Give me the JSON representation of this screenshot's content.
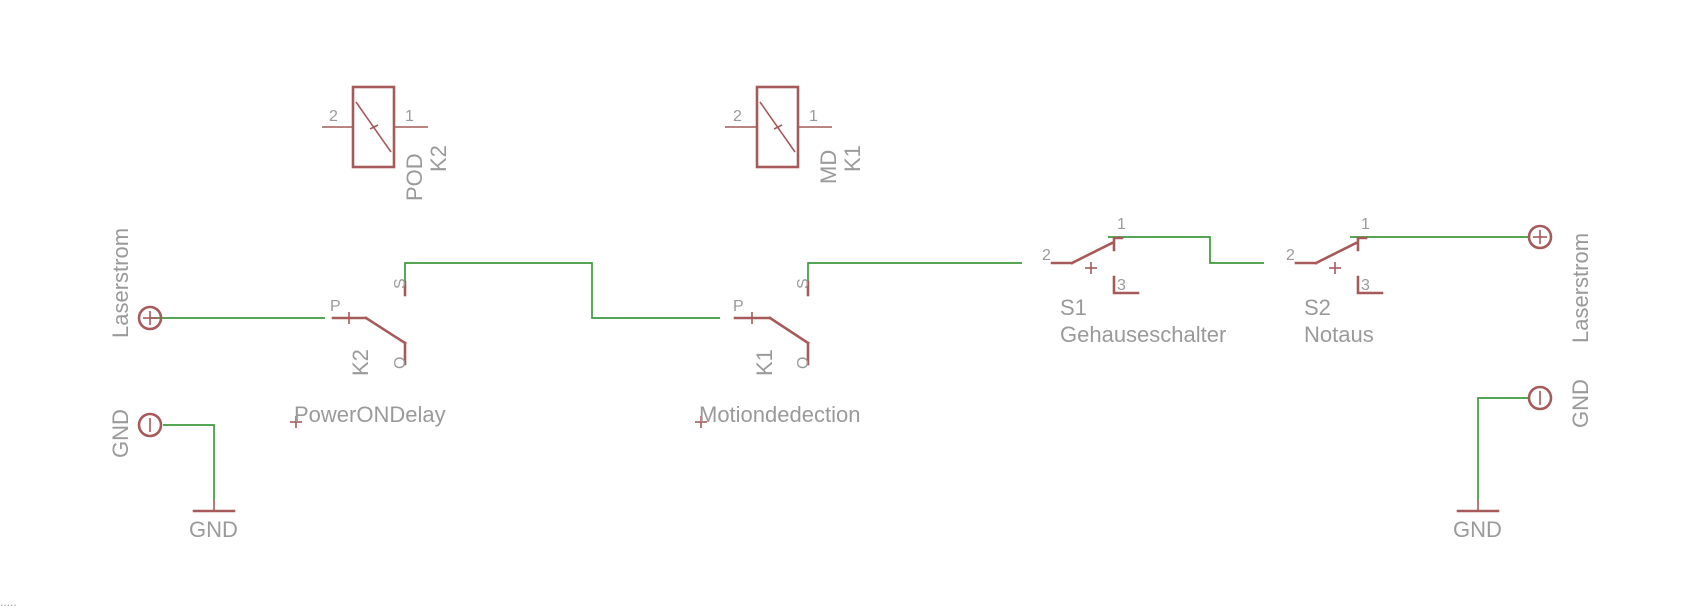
{
  "colors": {
    "symbol": "#a65a5a",
    "wire": "#3d9a3d",
    "text": "#9a9a9a",
    "background": "#ffffff"
  },
  "relay_coils": [
    {
      "name": "K2",
      "value": "POD",
      "pin_left": "2",
      "pin_right": "1"
    },
    {
      "name": "K1",
      "value": "MD",
      "pin_left": "2",
      "pin_right": "1"
    }
  ],
  "relay_contacts": [
    {
      "name": "K2",
      "value": "PowerONDelay",
      "pin_p": "P",
      "pin_s": "S",
      "pin_o": "O"
    },
    {
      "name": "K1",
      "value": "Motiondedection",
      "pin_p": "P",
      "pin_s": "S",
      "pin_o": "O"
    }
  ],
  "switches": [
    {
      "name": "S1",
      "value": "Gehauseschalter",
      "pin_1": "1",
      "pin_2": "2",
      "pin_3": "3"
    },
    {
      "name": "S2",
      "value": "Notaus",
      "pin_1": "1",
      "pin_2": "2",
      "pin_3": "3"
    }
  ],
  "connectors": {
    "laserstrom_left": "Laserstrom",
    "gnd_left": "GND",
    "laserstrom_right": "Laserstrom",
    "gnd_right": "GND"
  },
  "ground_symbols": {
    "left": "GND",
    "right": "GND"
  },
  "corner_text": "....."
}
